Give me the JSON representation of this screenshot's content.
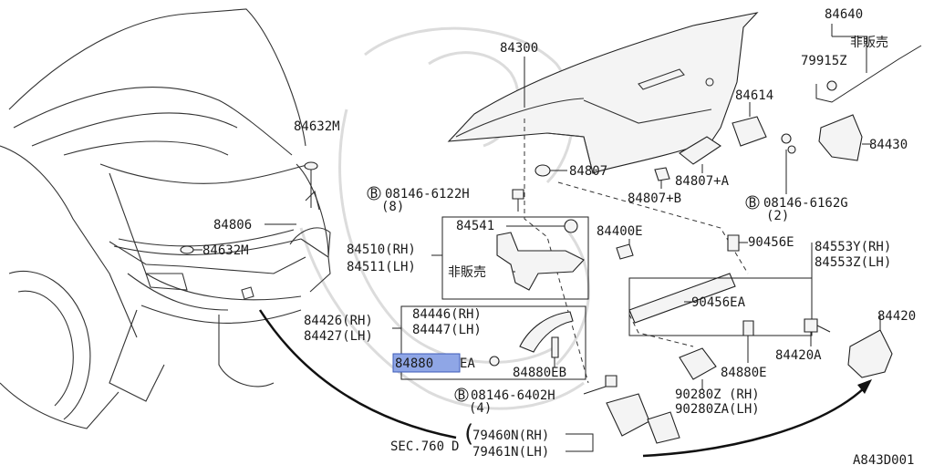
{
  "labels": {
    "l84300": "84300",
    "l84640": "84640",
    "l_hihanbai_top": "非販売",
    "l79915z": "79915Z",
    "l84614": "84614",
    "l84430": "84430",
    "l84632m_top": "84632M",
    "l84807": "84807",
    "l84807a": "84807+A",
    "l84807b": "84807+B",
    "l84806": "84806",
    "l84632m_mid": "84632M",
    "l08146_6122h": "08146-6122H",
    "l08146_6122h_qty": "(8)",
    "l08146_6162g": "08146-6162G",
    "l08146_6162g_qty": "(2)",
    "l84541": "84541",
    "l84400e": "84400E",
    "l90456e": "90456E",
    "l84553y": "84553Y(RH)",
    "l84553z": "84553Z(LH)",
    "l84510": "84510(RH)",
    "l84511": "84511(LH)",
    "l_hihanbai_mid": "非販売",
    "l90456ea": "90456EA",
    "l84446": "84446(RH)",
    "l84447": "84447(LH)",
    "l84426": "84426(RH)",
    "l84427": "84427(LH)",
    "l84880_hl": "84880",
    "l84880_suffix": "EA",
    "l84880eb": "84880EB",
    "l84420": "84420",
    "l84420a": "84420A",
    "l84880e": "84880E",
    "l08146_6402h": "08146-6402H",
    "l08146_6402h_qty": "(4)",
    "l90280z": "90280Z (RH)",
    "l90280za": "90280ZA(LH)",
    "l_sec": "SEC.760",
    "l_sec_d": "D",
    "l79460n": "79460N(RH)",
    "l79461n": "79461N(LH)",
    "l_code": "A843D001"
  },
  "bolt_marks": {
    "b1": "B",
    "b2": "B",
    "b3": "B"
  },
  "highlight_color": "#8fa6e6"
}
